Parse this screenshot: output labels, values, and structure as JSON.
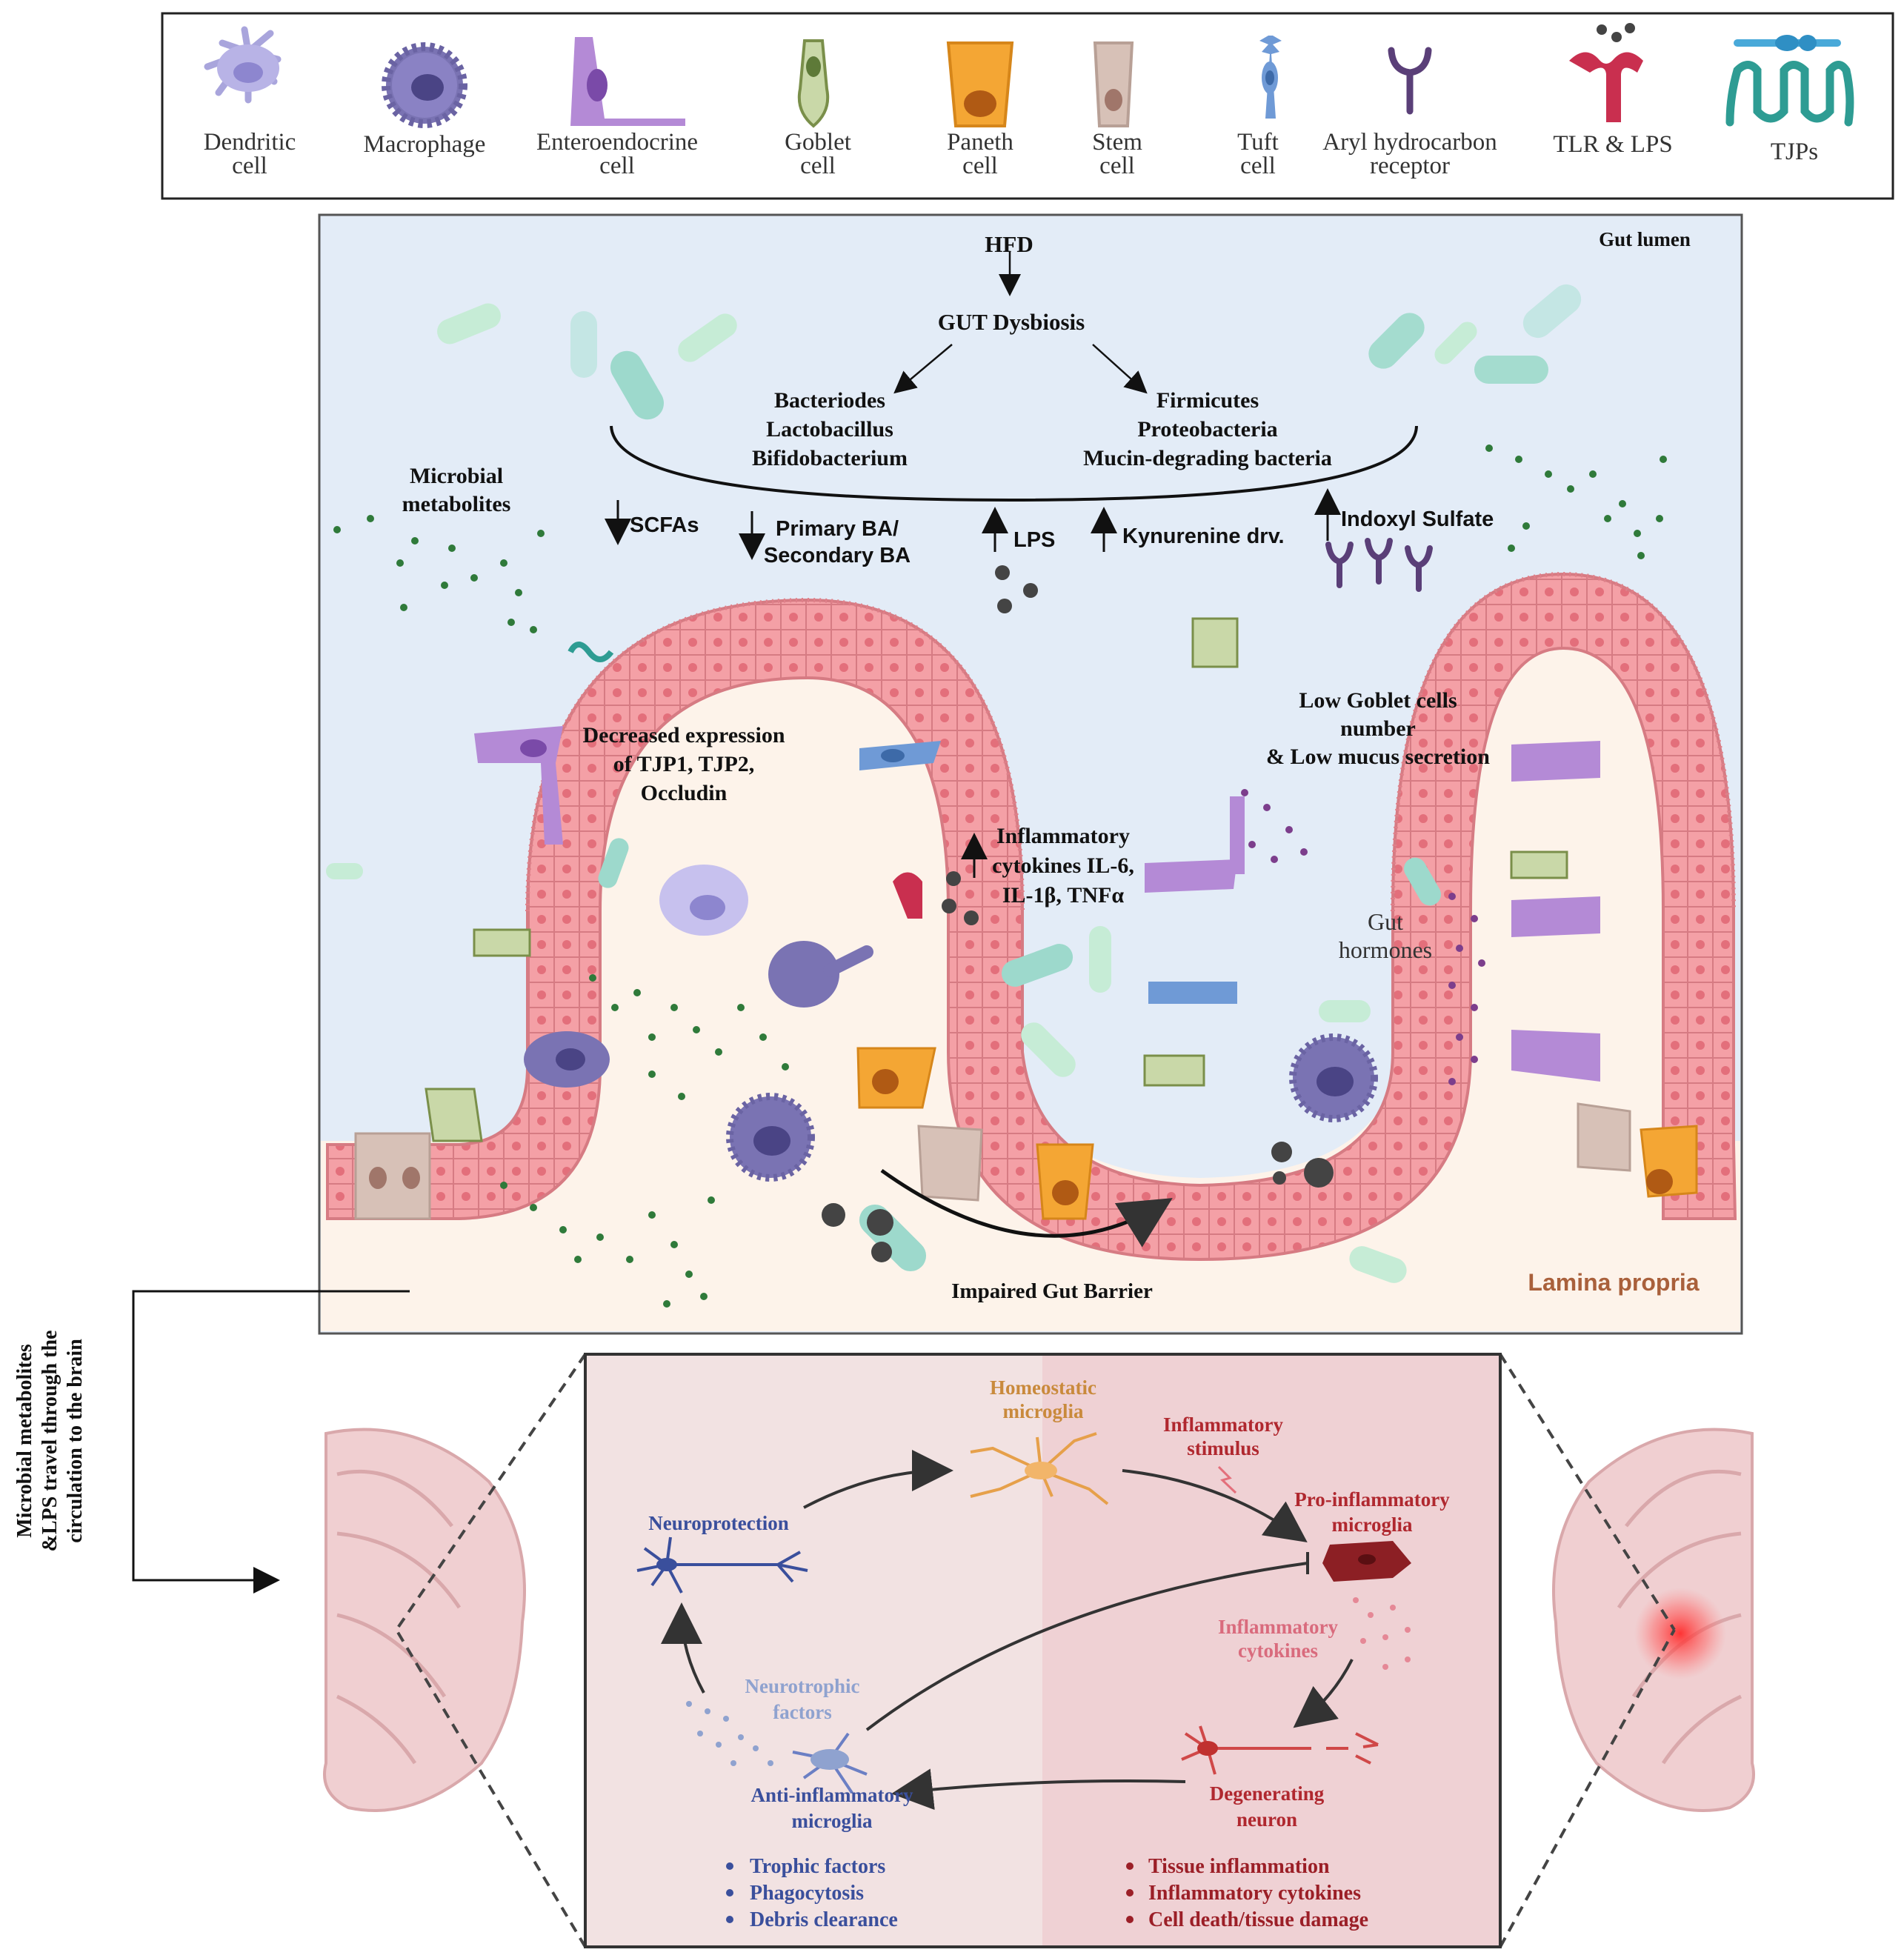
{
  "legend": {
    "items": [
      {
        "label": [
          "Dendritic",
          "cell"
        ],
        "icon": "dendritic-cell-icon"
      },
      {
        "label": [
          "Macrophage"
        ],
        "icon": "macrophage-icon"
      },
      {
        "label": [
          "Enteroendocrine",
          "cell"
        ],
        "icon": "enteroendocrine-cell-icon"
      },
      {
        "label": [
          "Goblet",
          "cell"
        ],
        "icon": "goblet-cell-icon"
      },
      {
        "label": [
          "Paneth",
          "cell"
        ],
        "icon": "paneth-cell-icon"
      },
      {
        "label": [
          "Stem",
          "cell"
        ],
        "icon": "stem-cell-icon"
      },
      {
        "label": [
          "Tuft",
          "cell"
        ],
        "icon": "tuft-cell-icon"
      },
      {
        "label": [
          "Aryl hydrocarbon",
          "receptor"
        ],
        "icon": "aryl-hydrocarbon-receptor-icon"
      },
      {
        "label": [
          "TLR & LPS"
        ],
        "icon": "tlr-lps-icon"
      },
      {
        "label": [
          "TJPs"
        ],
        "icon": "tjp-icon"
      }
    ]
  },
  "gut": {
    "hfd": "HFD",
    "dysbiosis": "GUT Dysbiosis",
    "left_bacteria": [
      "Bacteriodes",
      "Lactobacillus",
      "Bifidobacterium"
    ],
    "right_bacteria": [
      "Firmicutes",
      "Proteobacteria",
      "Mucin-degrading bacteria"
    ],
    "gut_lumen": "Gut lumen",
    "microbial_metabolites": [
      "Microbial",
      "metabolites"
    ],
    "scfas": "SCFAs",
    "bile_acids": [
      "Primary BA/",
      "Secondary BA"
    ],
    "lps": "LPS",
    "kynurenine": "Kynurenine drv.",
    "indoxyl": "Indoxyl Sulfate",
    "tjp_decrease": [
      "Decreased expression",
      "of TJP1, TJP2,",
      "Occludin"
    ],
    "goblet_low": [
      "Low Goblet cells",
      "number",
      "& Low mucus secretion"
    ],
    "cytokines": [
      "Inflammatory",
      "cytokines IL-6,",
      "IL-1β, TNFα"
    ],
    "gut_hormones": [
      "Gut",
      "hormones"
    ],
    "impaired": "Impaired Gut Barrier",
    "lamina": "Lamina propria"
  },
  "side_label": [
    "Microbial metabolites",
    "&LPS travel through the",
    "circulation to the brain"
  ],
  "brain": {
    "homeostatic": [
      "Homeostatic",
      "microglia"
    ],
    "stimulus": [
      "Inflammatory",
      "stimulus"
    ],
    "pro": [
      "Pro-inflammatory",
      "microglia"
    ],
    "neuroprotection": "Neuroprotection",
    "infl_cytokines": [
      "Inflammatory",
      "cytokines"
    ],
    "neurotrophic": [
      "Neurotrophic",
      "factors"
    ],
    "anti": [
      "Anti-inflammatory",
      "microglia"
    ],
    "degenerating": [
      "Degenerating",
      "neuron"
    ],
    "left_bullets": [
      "Trophic factors",
      "Phagocytosis",
      "Debris clearance"
    ],
    "right_bullets": [
      "Tissue inflammation",
      "Inflammatory cytokines",
      "Cell death/tissue damage"
    ]
  },
  "colors": {
    "lumen": "#e3ecf7",
    "lamina": "#fdf3ea",
    "epithelium": "#f4a0a6",
    "brain_left": "#f1e2e2",
    "brain_right": "#efd0d3",
    "lamina_text": "#a9603b"
  }
}
